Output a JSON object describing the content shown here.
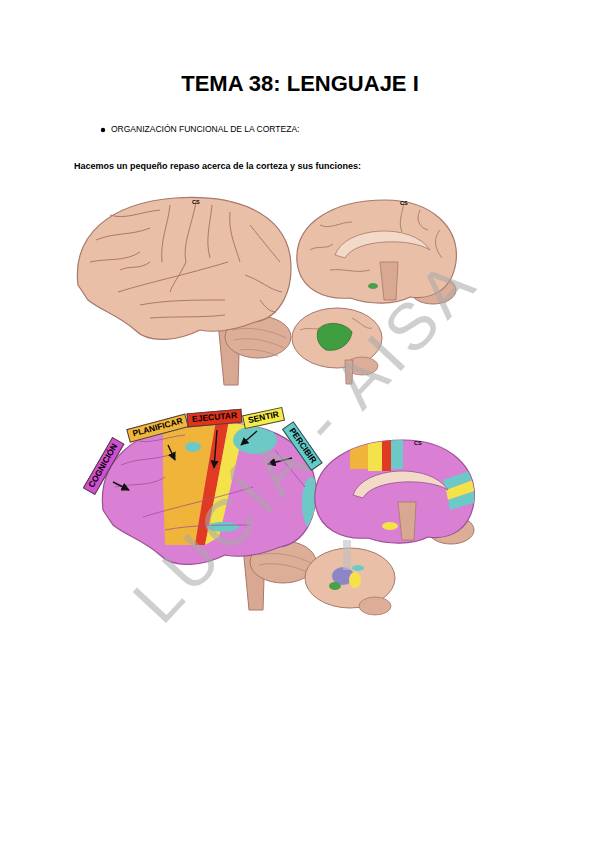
{
  "diagram": {
    "title": "TEMA 38: LENGUAJE I",
    "nodes": [
      {
        "text": [
          "COGNICIÓN"
        ]
      },
      {
        "text": [
          "PLANIFICAR"
        ]
      },
      {
        "text": [
          "EJECUTAR"
        ]
      },
      {
        "text": [
          "SENTIR"
        ]
      },
      {
        "text": [
          "PERCIBIR"
        ]
      }
    ],
    "labels": [
      "ORGANIZACIÓN FUNCIONAL DE LA CORTEZA:",
      "Hacemos un pequeño repaso acerca de la corteza y sus funciones:",
      "CS",
      "CS",
      "CS",
      "LUCÍA - AISA"
    ]
  }
}
